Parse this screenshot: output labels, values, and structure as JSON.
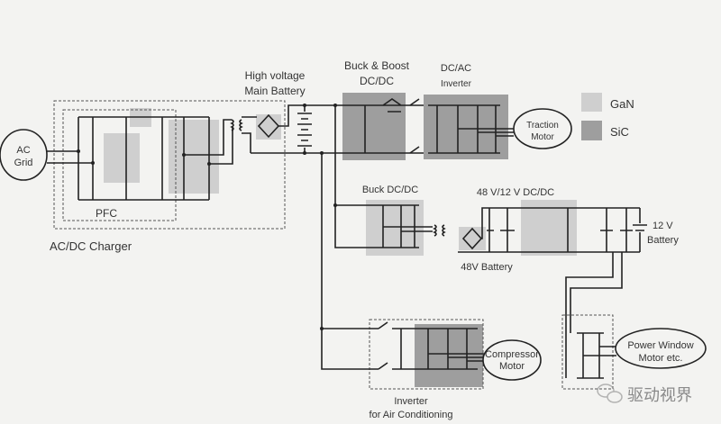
{
  "labels": {
    "ac_grid": [
      "AC",
      "Grid"
    ],
    "pfc": "PFC",
    "charger": "AC/DC Charger",
    "hv_battery": [
      "High voltage",
      "Main Battery"
    ],
    "buck_boost": [
      "Buck & Boost",
      "DC/DC"
    ],
    "dcac": [
      "DC/AC",
      "Inverter"
    ],
    "traction_motor": [
      "Traction",
      "Motor"
    ],
    "buck_dcdc": "Buck DC/DC",
    "dcdc_48_12": "48 V/12 V DC/DC",
    "battery_12v": [
      "12 V",
      "Battery"
    ],
    "battery_48v": "48V Battery",
    "compressor_motor": [
      "Compressor",
      "Motor"
    ],
    "inverter_ac": [
      "Inverter",
      "for Air Conditioning"
    ],
    "power_window": [
      "Power Window",
      "Motor etc."
    ]
  },
  "legend": [
    {
      "label": "GaN",
      "color": "#cfcfcf"
    },
    {
      "label": "SiC",
      "color": "#9e9e9e"
    }
  ],
  "watermark": "驱动视界"
}
